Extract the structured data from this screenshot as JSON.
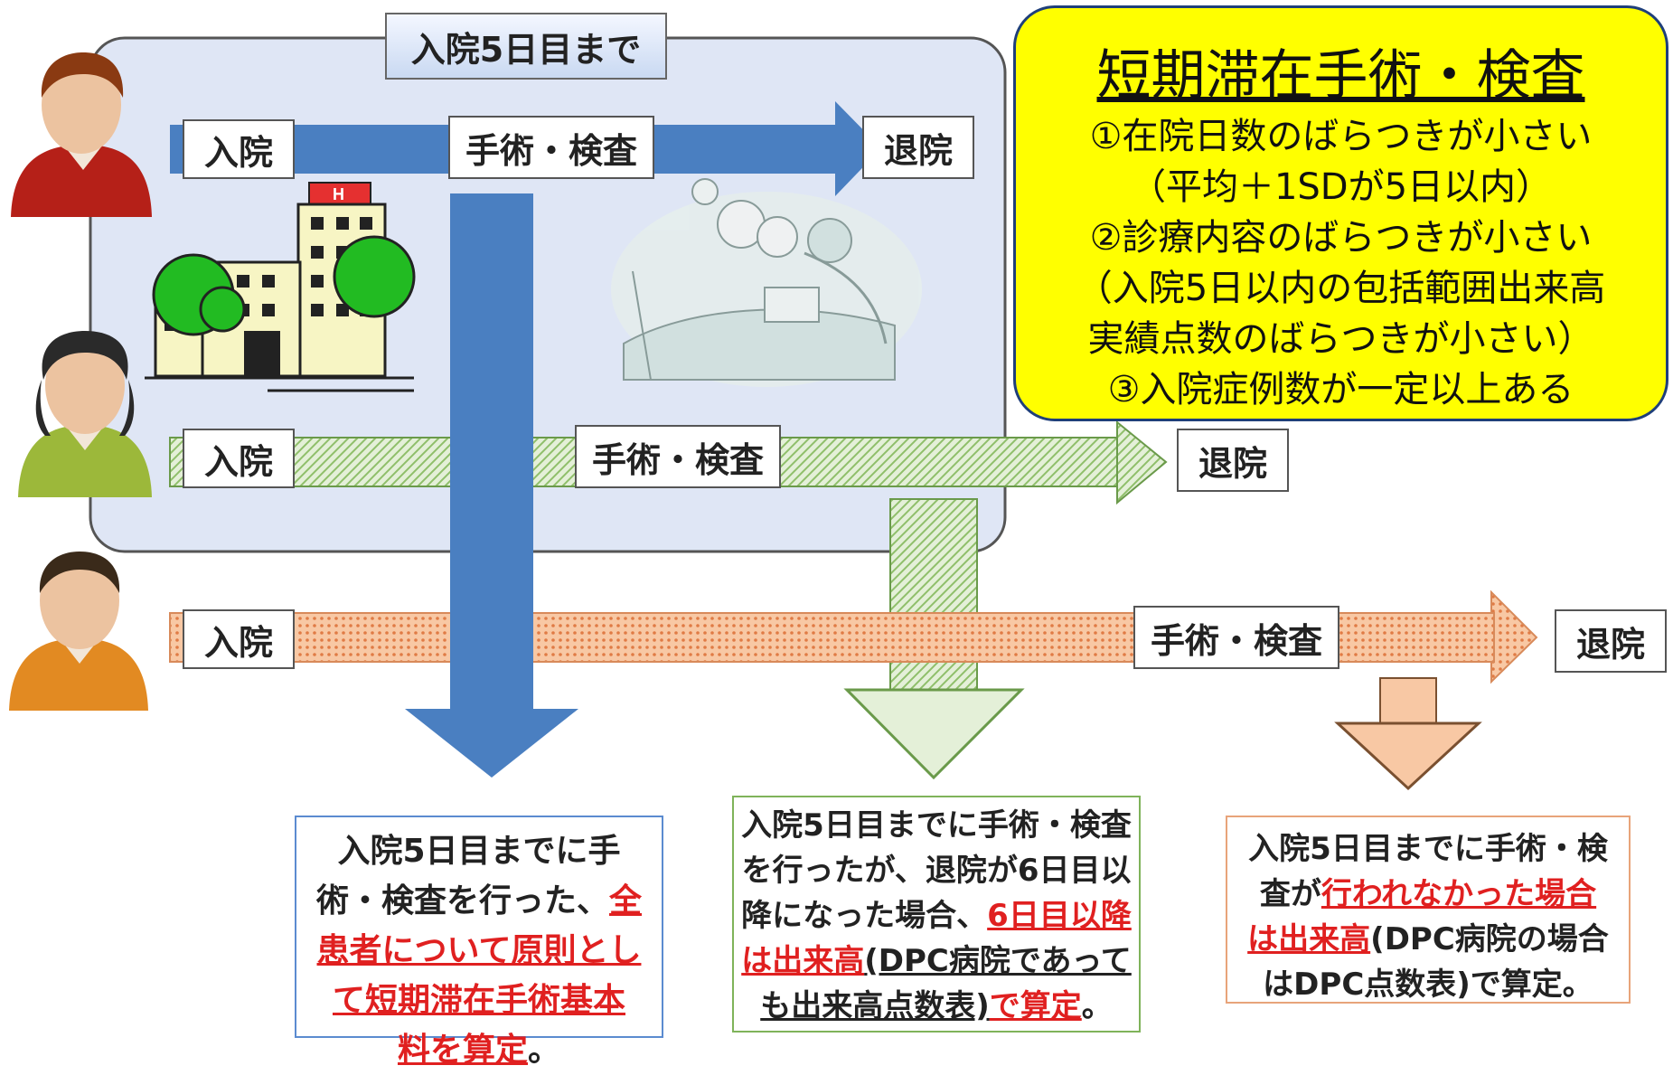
{
  "period_label": "入院5日目まで",
  "criteria": {
    "title": "短期滞在手術・検査",
    "lines": [
      "①在院日数のばらつきが小さい",
      "（平均＋1SDが5日以内）",
      "②診療内容のばらつきが小さい",
      "（入院5日以内の包括範囲出来高",
      "実績点数のばらつきが小さい）",
      "③入院症例数が一定以上ある"
    ]
  },
  "rows": [
    {
      "admit": "入院",
      "procedure": "手術・検査",
      "discharge": "退院"
    },
    {
      "admit": "入院",
      "procedure": "手術・検査",
      "discharge": "退院"
    },
    {
      "admit": "入院",
      "procedure": "手術・検査",
      "discharge": "退院"
    }
  ],
  "notes": [
    {
      "l1": "入院5日目までに手",
      "l2a": "術・検査を行った、",
      "l2b": "全",
      "l3": "患者について原則とし",
      "l4": "て短期滞在手術基本",
      "l5a": "料を算定",
      "l5b": "。"
    },
    {
      "l1": "入院5日目までに手術・検査",
      "l2": "を行ったが、退院が6日目以",
      "l3a": "降になった場合、",
      "l3b": "6日目以降",
      "l4a": "は出来高",
      "l4b": "(DPC病院であって",
      "l5a": "も出来高点数表)",
      "l5b": "で算定",
      "l5c": "。"
    },
    {
      "l1": "入院5日目までに手術・検",
      "l2a": "査が",
      "l2b": "行われなかった場合",
      "l3a": "は出来高",
      "l3b": "(DPC病院の場合",
      "l4": "はDPC点数表)で算定。"
    }
  ],
  "colors": {
    "blue": "#4a7fc1",
    "green": "#a8d08d",
    "orange": "#f4b183",
    "yellow": "#ffff00",
    "red": "#e02020",
    "panel": "#dfe6f5"
  }
}
